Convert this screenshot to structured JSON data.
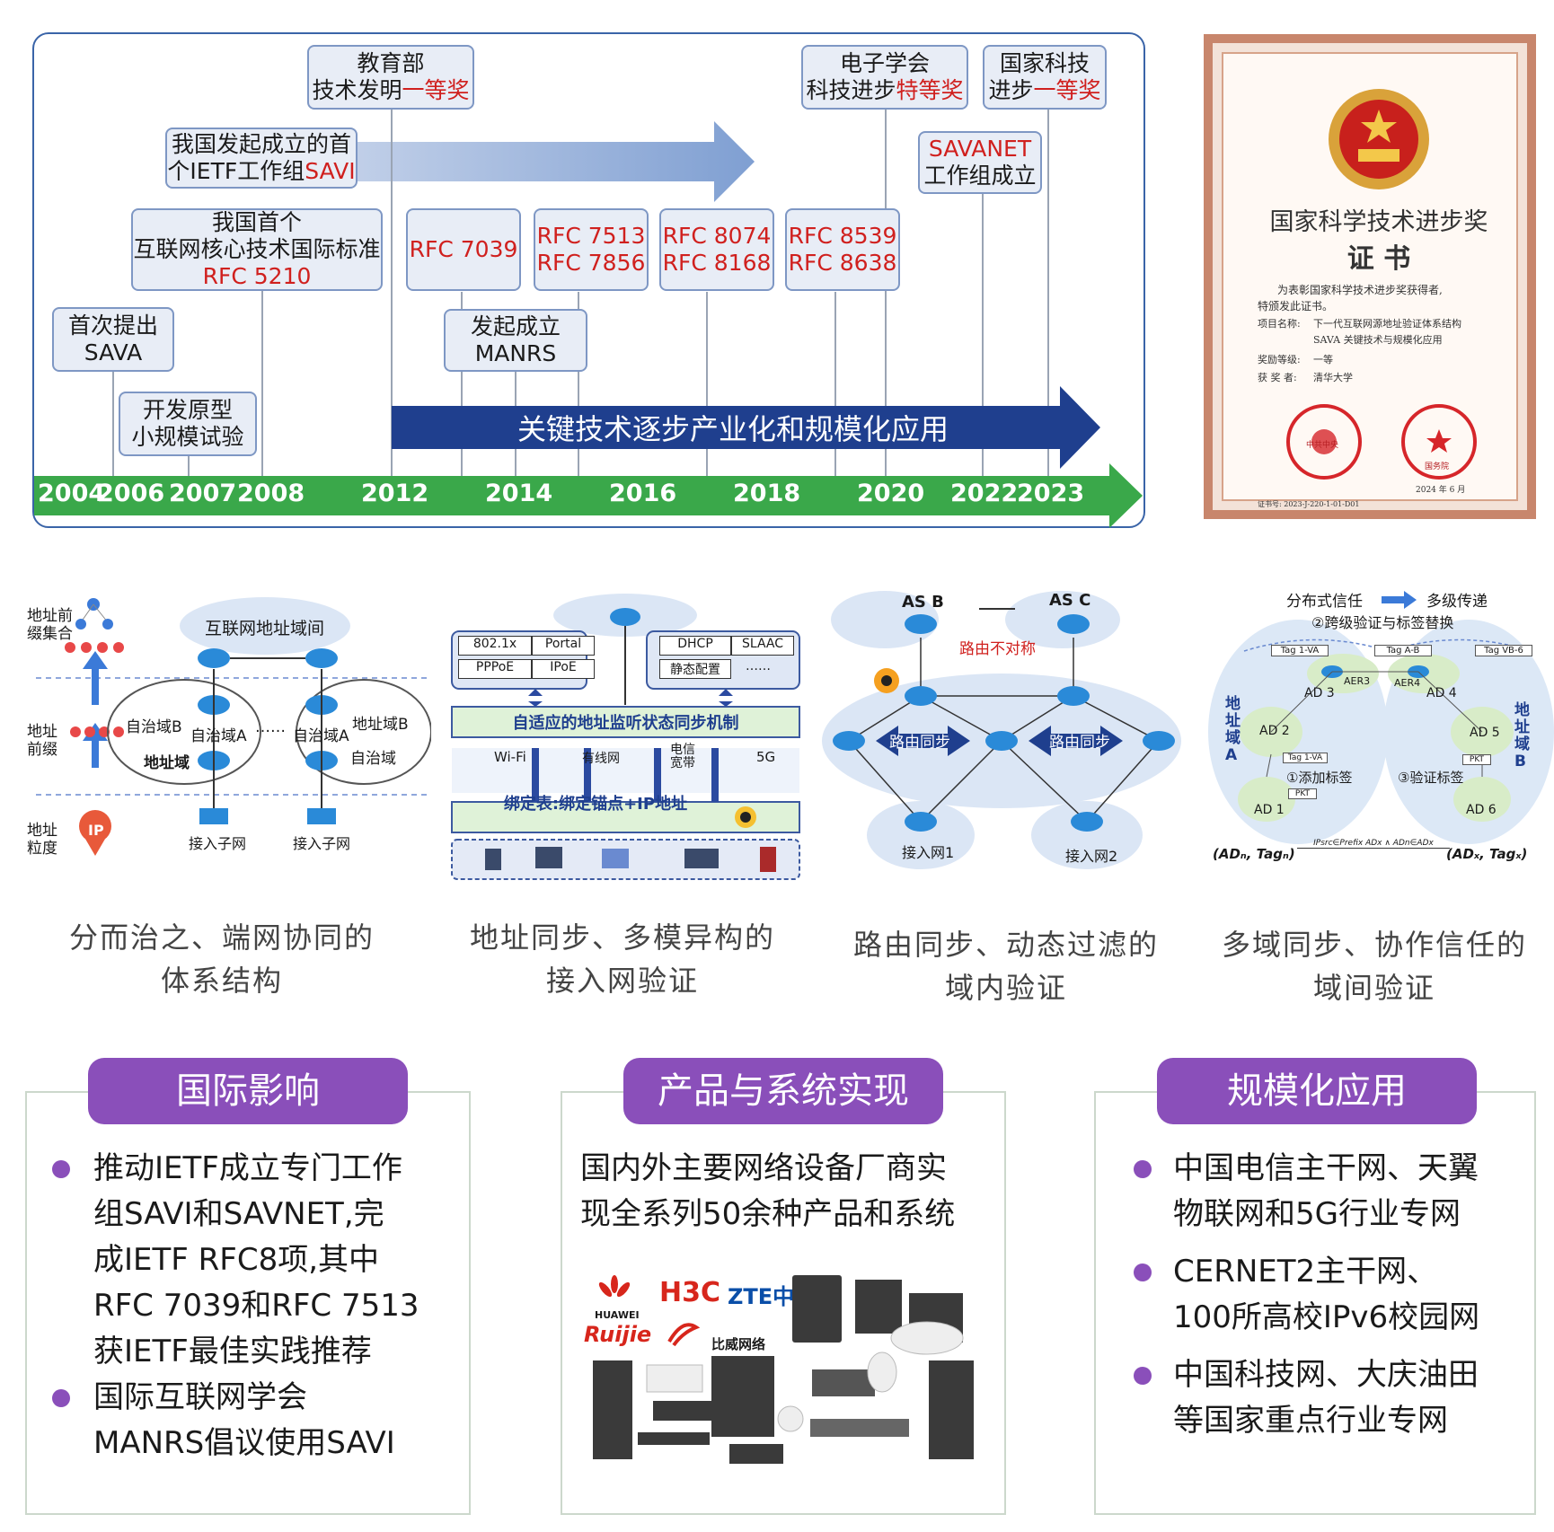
{
  "timeline": {
    "years": [
      "2004",
      "2006",
      "2007",
      "2008",
      "2012",
      "2014",
      "2016",
      "2018",
      "2020",
      "2022",
      "2023"
    ],
    "events": {
      "moe_award_l1": "教育部",
      "moe_award_l2a": "技术发明",
      "moe_award_l2b": "一等奖",
      "savi_l1": "我国发起成立的首",
      "savi_l2a": "个IETF工作组",
      "savi_l2b": "SAVI",
      "rfc5210_l1": "我国首个",
      "rfc5210_l2": "互联网核心技术国际标准",
      "rfc5210_l3": "RFC 5210",
      "sava_l1": "首次提出",
      "sava_l2": "SAVA",
      "proto_l1": "开发原型",
      "proto_l2": "小规模试验",
      "rfc7039": "RFC 7039",
      "rfc7513": "RFC 7513",
      "rfc7856": "RFC 7856",
      "rfc8074": "RFC 8074",
      "rfc8168": "RFC 8168",
      "rfc8539": "RFC 8539",
      "rfc8638": "RFC 8638",
      "manrs_l1": "发起成立",
      "manrs_l2": "MANRS",
      "cie_l1": "电子学会",
      "cie_l2a": "科技进步",
      "cie_l2b": "特等奖",
      "nst_l1": "国家科技",
      "nst_l2a": "进步",
      "nst_l2b": "一等奖",
      "savnet_l1": "SAVANET",
      "savnet_l2": "工作组成立"
    },
    "banner": "关键技术逐步产业化和规模化应用"
  },
  "certificate": {
    "title": "国家科学技术进步奖",
    "subtitle": "证  书",
    "line1": "为表彰国家科学技术进步奖获得者,",
    "line2": "特颁发此证书。",
    "project_label": "项目名称:",
    "project_value1": "下一代互联网源地址验证体系结构",
    "project_value2": "SAVA 关键技术与规模化应用",
    "grade_label": "奖励等级:",
    "grade_value": "一等",
    "winner_label": "获 奖 者:",
    "winner_value": "清华大学",
    "seal_left": "中共中央",
    "seal_right": "国务院",
    "date": "2024 年 6 月",
    "cert_no": "证书号: 2023-J-220-1-01-D01"
  },
  "panel1": {
    "cloud": "互联网地址域间",
    "left_labels": [
      "地址前缀集合",
      "地址前缀",
      "地址粒度"
    ],
    "ip": "IP",
    "domainB_left": "自治域B",
    "domainA_left": "自治域A",
    "addr_domain": "地址域",
    "dots": "……",
    "domainA_right": "自治域A",
    "domainB_right": "地址域B",
    "auto_domain": "自治域",
    "subnet_left": "接入子网",
    "subnet_right": "接入子网"
  },
  "panel2": {
    "left_tags": [
      "802.1x",
      "Portal",
      "PPPoE",
      "IPoE"
    ],
    "right_tags": [
      "DHCP",
      "SLAAC",
      "静态配置",
      "……"
    ],
    "mechanism": "自适应的地址监听状态同步机制",
    "access": [
      "Wi-Fi",
      "有线网",
      "电信宽带",
      "5G"
    ],
    "binding": "绑定表:绑定锚点+IP地址"
  },
  "panel3": {
    "as_b": "AS B",
    "as_c": "AS C",
    "asym": "路由不对称",
    "sync_left": "路由同步",
    "sync_right": "路由同步",
    "net1": "接入网1",
    "net2": "接入网2"
  },
  "panel4": {
    "trust": "分布式信任",
    "pass": "多级传递",
    "step2": "②跨级验证与标签替换",
    "tags": [
      "Tag 1-VA",
      "Tag A-B",
      "Tag VB-6"
    ],
    "aer3": "AER3",
    "aer4": "AER4",
    "ad": [
      "AD 3",
      "AD 4",
      "AD 2",
      "AD 5",
      "AD 1",
      "AD 6"
    ],
    "domainA": "地址域A",
    "domainB": "地址域B",
    "tag1va": "Tag 1-VA",
    "pkt": "PKT",
    "step1": "①添加标签",
    "step3": "③验证标签",
    "formula_left": "(ADₙ, Tagₙ)",
    "formula_mid": "IPsrc∈Prefix ADx ∧ ADn∈ADx",
    "formula_right": "(ADₓ, Tagₓ)"
  },
  "captions": {
    "c1a": "分而治之、端网协同的",
    "c1b": "体系结构",
    "c2a": "地址同步、多模异构的",
    "c2b": "接入网验证",
    "c3a": "路由同步、动态过滤的",
    "c3b": "域内验证",
    "c4a": "多域同步、协作信任的",
    "c4b": "域间验证"
  },
  "bottom": {
    "intl": {
      "title": "国际影响",
      "item1": [
        "推动IETF成立专门工作",
        "组SAVI和SAVNET,完",
        "成IETF RFC8项,其中",
        "RFC 7039和RFC 7513",
        "获IETF最佳实践推荐"
      ],
      "item2": [
        "国际互联网学会",
        "MANRS倡议使用SAVI"
      ]
    },
    "product": {
      "title": "产品与系统实现",
      "text": [
        "国内外主要网络设备厂商实",
        "现全系列50余种产品和系统"
      ],
      "logos": [
        "HUAWEI",
        "H3C",
        "ZTE中兴",
        "Ruijie",
        "比威网络"
      ]
    },
    "scale": {
      "title": "规模化应用",
      "item1": [
        "中国电信主干网、天翼",
        "物联网和5G行业专网"
      ],
      "item2": [
        "CERNET2主干网、",
        "100所高校IPv6校园网"
      ],
      "item3": [
        "中国科技网、大庆油田",
        "等国家重点行业专网"
      ]
    }
  },
  "colors": {
    "accent": "#8a4fba",
    "timeline_green": "#3aa84a",
    "timeline_blue": "#1f3f8e",
    "award_red": "#d0201e"
  }
}
